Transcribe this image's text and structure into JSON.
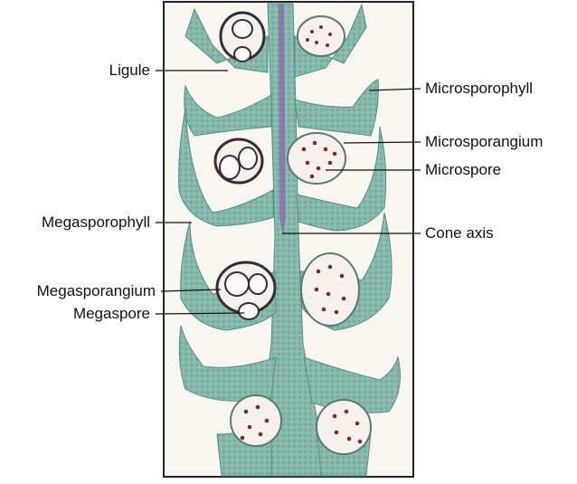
{
  "diagram": {
    "labels_left": {
      "ligule": "Ligule",
      "megasporophyll": "Megasporophyll",
      "megasporangium": "Megasporangium",
      "megaspore": "Megaspore"
    },
    "labels_right": {
      "microsporophyll": "Microsporophyll",
      "microsporangium": "Microsporangium",
      "microspore": "Microspore",
      "cone_axis": "Cone axis"
    }
  },
  "colors": {
    "tissue": "#7fb3a6",
    "tissue_dark": "#4f8f85",
    "axis_stain": "#8a6aa8",
    "spore_wall": "#3a2a35",
    "microspore_dot": "#7a2a3a",
    "background": "#f7f5ef",
    "frame": "#222222"
  }
}
